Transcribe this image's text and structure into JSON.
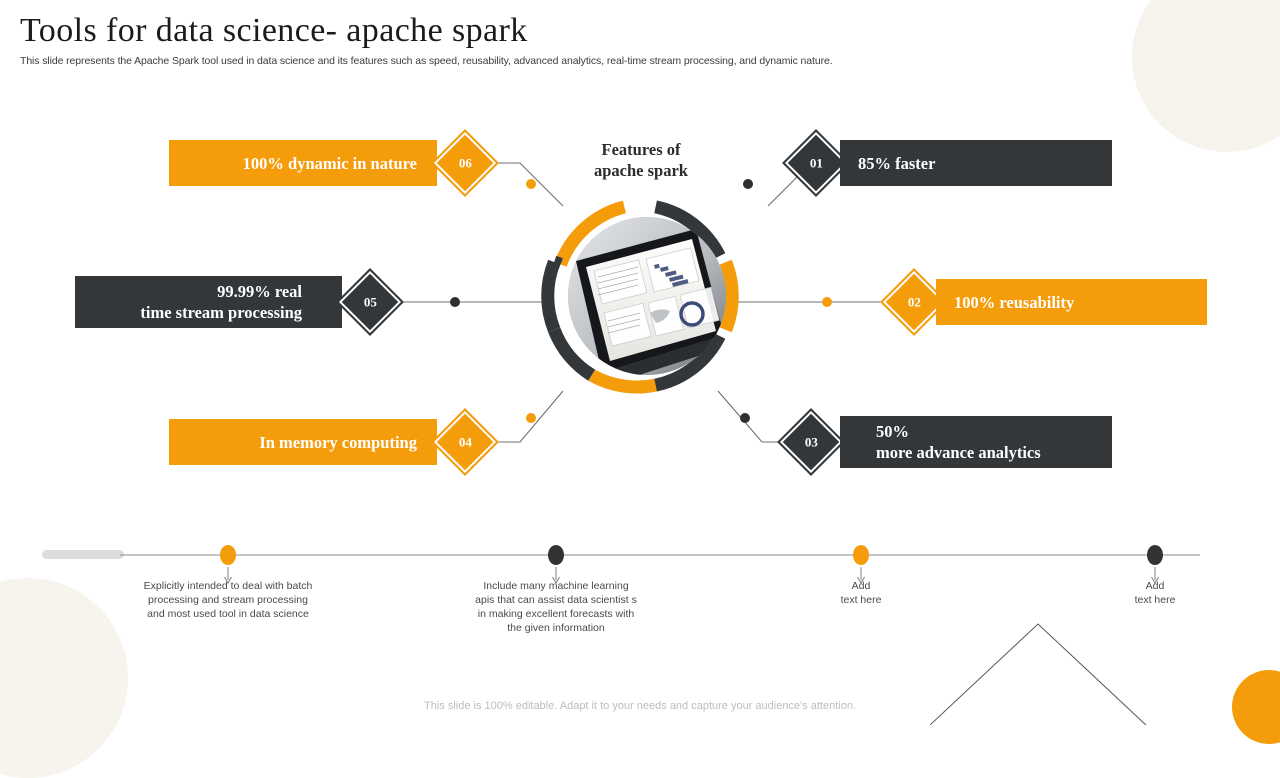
{
  "header": {
    "title": "Tools for data science- apache spark",
    "subtitle": "This slide represents the Apache Spark tool used in data science and its features such as speed, reusability, advanced analytics, real-time stream processing, and dynamic nature."
  },
  "diagram": {
    "center_title_line1": "Features of",
    "center_title_line2": "apache spark",
    "hub_image_alt": "laptop-showing-analytics-dashboard",
    "nodes": [
      {
        "number": "01",
        "label_line1": "85% faster",
        "label_line2": "",
        "color": "#33373a",
        "style": "dark",
        "align": "left"
      },
      {
        "number": "02",
        "label_line1": "100% reusability",
        "label_line2": "",
        "color": "#f59c0b",
        "style": "orange",
        "align": "left"
      },
      {
        "number": "03",
        "label_line1": "50%",
        "label_line2": "more advance analytics",
        "color": "#33373a",
        "style": "dark",
        "align": "left"
      },
      {
        "number": "04",
        "label_line1": "In memory computing",
        "label_line2": "",
        "color": "#f59c0b",
        "style": "orange",
        "align": "right"
      },
      {
        "number": "05",
        "label_line1": "99.99% real",
        "label_line2": "time stream processing",
        "color": "#33373a",
        "style": "dark",
        "align": "right"
      },
      {
        "number": "06",
        "label_line1": "100% dynamic in nature",
        "label_line2": "",
        "color": "#f59c0b",
        "style": "orange",
        "align": "right"
      }
    ]
  },
  "timeline": {
    "markers": [
      {
        "color": "#f59c0b",
        "text_line1": "Explicitly intended to deal with batch",
        "text_line2": "processing and stream processing",
        "text_line3": "and most used tool in data science",
        "text_line4": ""
      },
      {
        "color": "#333333",
        "text_line1": "Include many machine learning",
        "text_line2": "apis that can assist data scientist s",
        "text_line3": "in making excellent forecasts with",
        "text_line4": "the given information"
      },
      {
        "color": "#f59c0b",
        "text_line1": "Add",
        "text_line2": "text here",
        "text_line3": "",
        "text_line4": ""
      },
      {
        "color": "#333333",
        "text_line1": "Add",
        "text_line2": "text here",
        "text_line3": "",
        "text_line4": ""
      }
    ]
  },
  "footer": {
    "note": "This slide is 100% editable. Adapt it to your needs and capture your audience's attention."
  },
  "colors": {
    "accent_orange": "#f59c0b",
    "dark": "#33373a",
    "line": "#6f6f6f",
    "cream": "#f6f3ec"
  }
}
